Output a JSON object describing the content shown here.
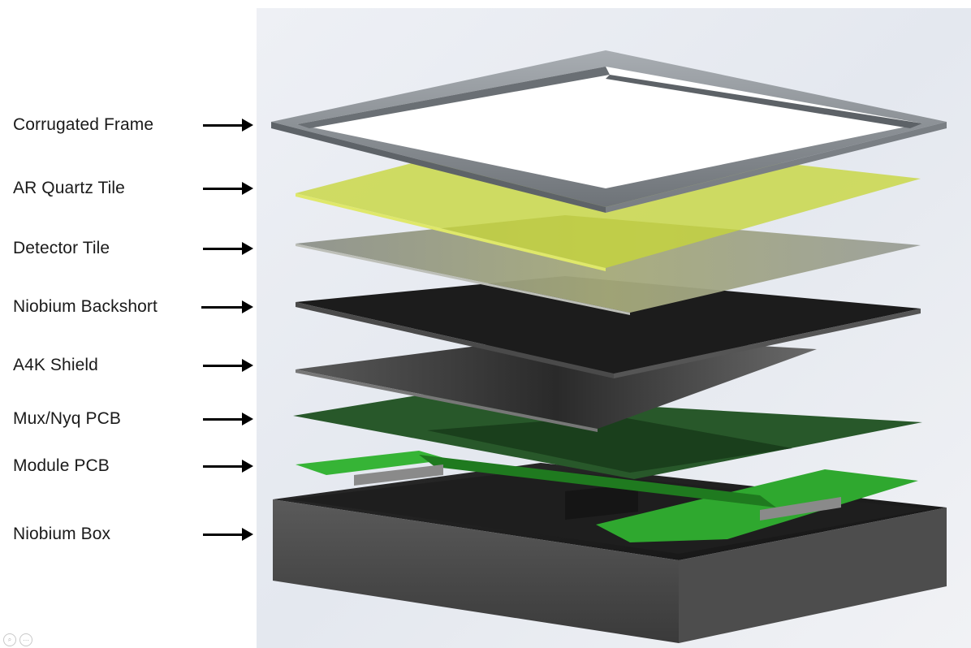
{
  "labels": {
    "corrugated_frame": "Corrugated Frame",
    "ar_quartz_tile": "AR Quartz Tile",
    "detector_tile": "Detector Tile",
    "niobium_backshort": "Niobium Backshort",
    "a4k_shield": "A4K Shield",
    "mux_nyq_pcb": "Mux/Nyq PCB",
    "module_pcb": "Module PCB",
    "niobium_box": "Niobium Box"
  },
  "colors": {
    "frame": "#8a9096",
    "quartz": "#c8d83a",
    "detector": "#8f938c",
    "backshort": "#1c1c1c",
    "shield": "#3a3a3a",
    "mux_pcb": "#2a5a2a",
    "module_pcb": "#2fb02f",
    "box": "#3c3c3c",
    "background": "#e9ecf2"
  },
  "icons": [
    "search-icon",
    "more-icon"
  ]
}
